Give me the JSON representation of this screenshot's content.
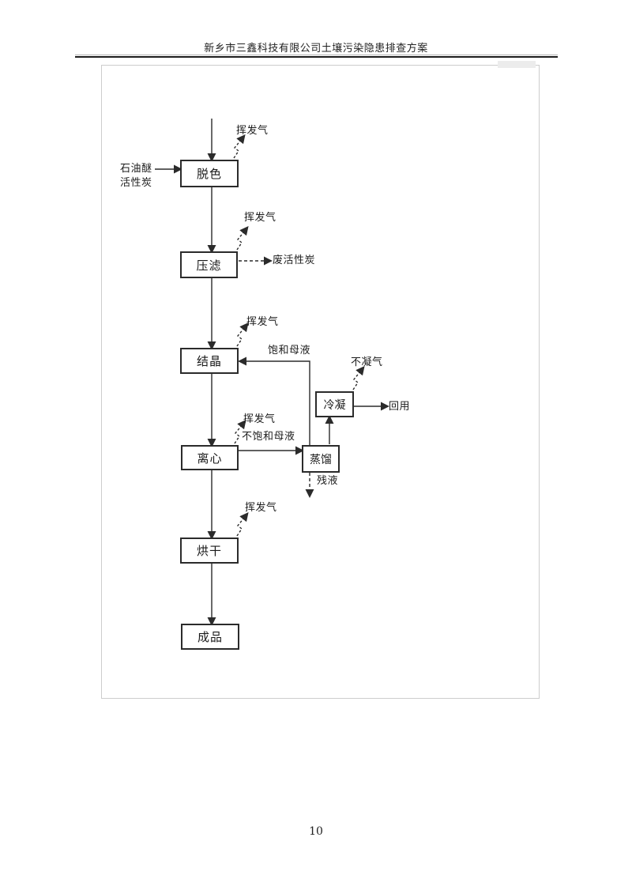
{
  "page": {
    "header_title": "新乡市三鑫科技有限公司土壤污染隐患排查方案",
    "page_number": "10"
  },
  "flowchart": {
    "boxes": {
      "decolor": "脱色",
      "filter": "压滤",
      "crystallize": "结晶",
      "centrifuge": "离心",
      "distill": "蒸馏",
      "condense": "冷凝",
      "dry": "烘干",
      "product": "成品"
    },
    "labels": {
      "petroleum_ether": "石油醚",
      "activated_carbon": "活性炭",
      "volatile_gas": "挥发气",
      "waste_carbon": "废活性炭",
      "saturated_liquor": "饱和母液",
      "unsaturated_liquor": "不饱和母液",
      "non_condensable_gas": "不凝气",
      "reuse": "回用",
      "residue": "残液"
    },
    "colors": {
      "line": "#2b2b2b",
      "box_border": "#2b2b2b",
      "frame_border": "#cdcdcd",
      "text": "#1c1c1c"
    }
  }
}
